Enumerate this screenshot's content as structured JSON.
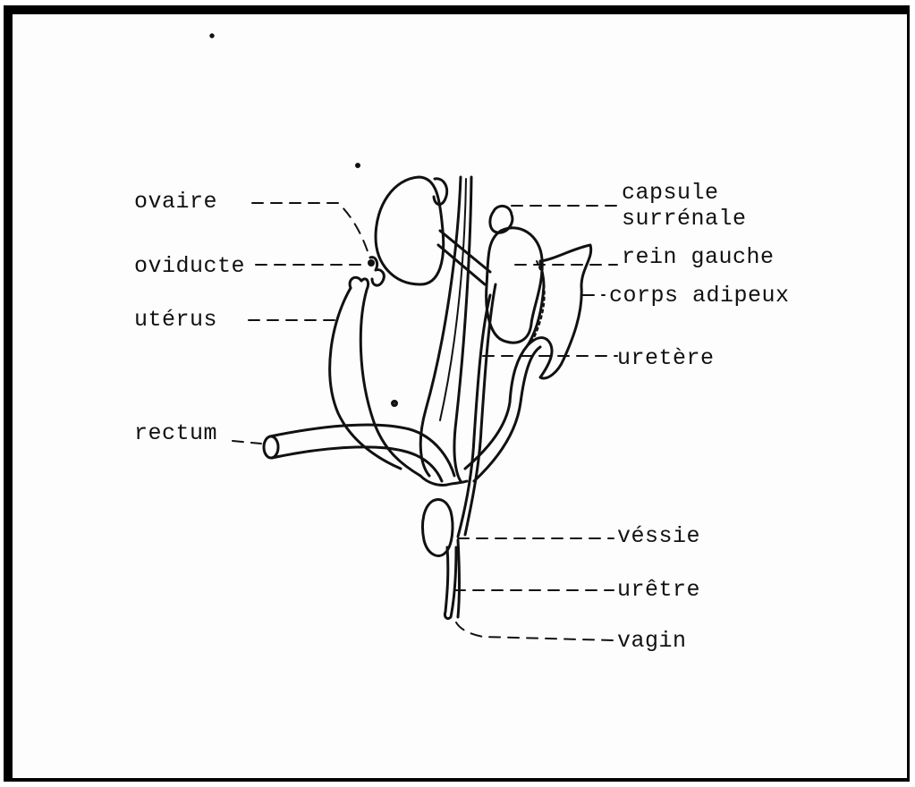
{
  "labels": {
    "ovaire": "ovaire",
    "oviducte": "oviducte",
    "uterus": "utérus",
    "rectum": "rectum",
    "capsule_line1": "capsule",
    "capsule_line2": "surrénale",
    "rein_gauche": "rein gauche",
    "corps_adipeux": "corps adipeux",
    "uretere": "uretère",
    "vessie": "véssie",
    "uretre": "urêtre",
    "vagin": "vagin"
  },
  "colors": {
    "ink": "#111111",
    "frame": "#000000",
    "paper": "#fdfdfd"
  }
}
